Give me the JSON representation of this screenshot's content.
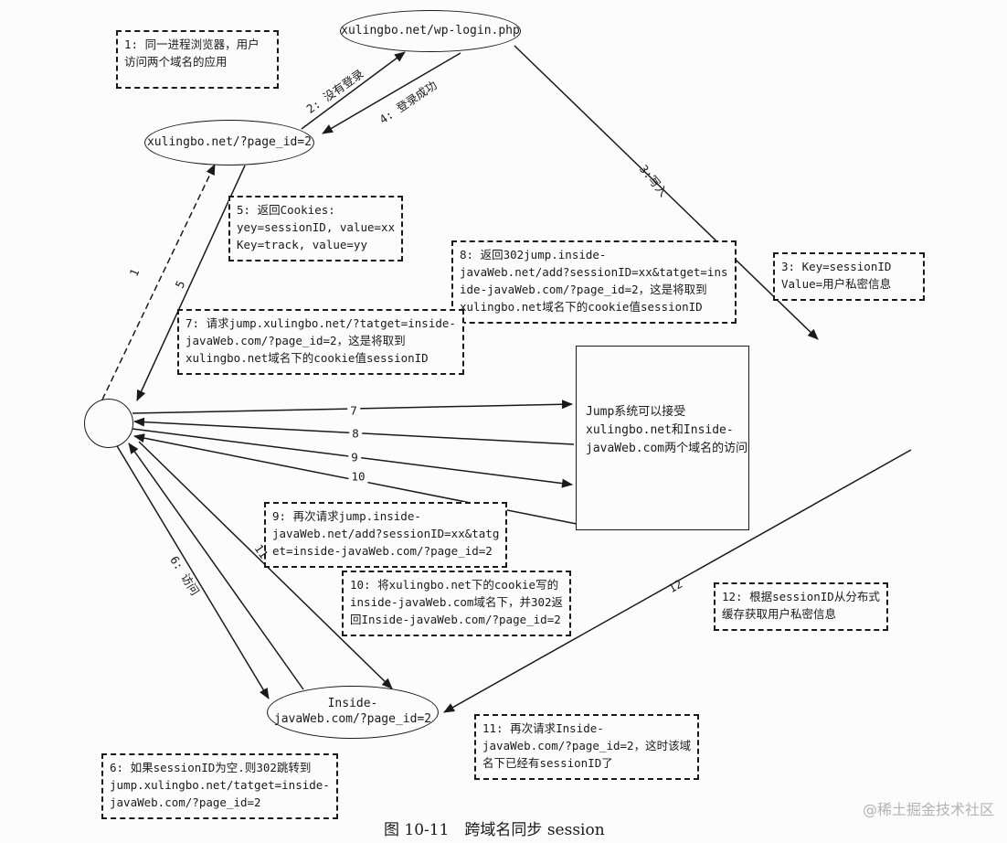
{
  "figure": {
    "caption": "图 10-11　跨域名同步 session",
    "watermark": "@稀土掘金技术社区"
  },
  "colors": {
    "ink": "#1a1a1a",
    "background": "#fcfcfc",
    "watermark_gray": "#b3b3b3"
  },
  "nodes": {
    "login_page": {
      "label": "xulingbo.net/wp-login.php"
    },
    "xulingbo_page": {
      "label": "xulingbo.net/?page_id=2"
    },
    "inside_page": {
      "label": "Inside-\njavaWeb.com/?page_id=2"
    },
    "jump_system": {
      "label": "Jump系统可以接受\nxulingbo.net和Inside-\njavaWeb.com两个域名的访问"
    },
    "browser": {
      "label": ""
    }
  },
  "edge_labels": {
    "e1": "1",
    "e2": "2: 没有登录",
    "e3": "3:写入",
    "e4": "4: 登录成功",
    "e5": "5",
    "e6": "6: 访问",
    "e7": "7",
    "e8": "8",
    "e9": "9",
    "e10": "10",
    "e11": "11",
    "e12": "12"
  },
  "notes": {
    "n1": "1: 同一进程浏览器，用户\n访问两个域名的应用",
    "n3": "3: Key=sessionID\nValue=用户私密信息",
    "n5": "5: 返回Cookies:\nyey=sessionID, value=xx\nKey=track, value=yy",
    "n6": "6: 如果sessionID为空.则302跳转到\njump.xulingbo.net/tatget=inside-\njavaWeb.com/?page_id=2",
    "n7": "7: 请求jump.xulingbo.net/?tatget=inside-\njavaWeb.com/?page_id=2，这是将取到\nxulingbo.net域名下的cookie值sessionID",
    "n8": "8: 返回302jump.inside-\njavaWeb.net/add?sessionID=xx&tatget=ins\nide-javaWeb.com/?page_id=2，这是将取到\nxulingbo.net域名下的cookie值sessionID",
    "n9": "9: 再次请求jump.inside-\njavaWeb.net/add?sessionID=xx&tatg\net=inside-javaWeb.com/?page_id=2",
    "n10": "10: 将xulingbo.net下的cookie写的\ninside-javaWeb.com域名下，并302返\n回Inside-javaWeb.com/?page_id=2",
    "n11": "11: 再次请求Inside-\njavaWeb.com/?page_id=2，这时该域\n名下已经有sessionID了",
    "n12": "12: 根据sessionID从分布式\n缓存获取用户私密信息"
  }
}
